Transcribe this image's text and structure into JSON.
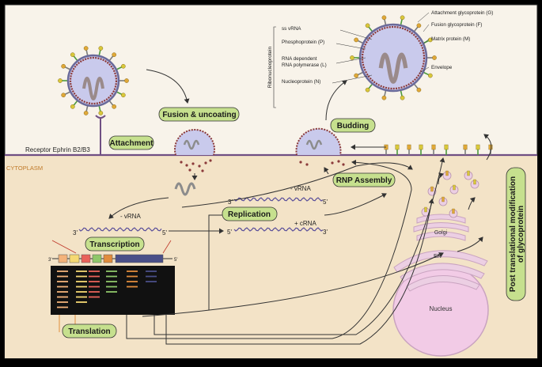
{
  "labels": {
    "receptor": "Receptor Ephrin B2/B3",
    "cytoplasm": "CYTOPLASM",
    "nucleus": "Nucleus",
    "golgi": "Golgi",
    "er": "ER",
    "ribonucleoprotein": "Ribonucleoprotein",
    "post_translational": [
      "Post translational modification",
      "of glycoprotein"
    ]
  },
  "steps": {
    "attachment": "Attachment",
    "fusion": "Fusion & uncoating",
    "transcription": "Transcription",
    "replication": "Replication",
    "rnp_assembly": "RNP Assembly",
    "budding": "Budding",
    "translation": "Translation"
  },
  "rna": {
    "vrna_left": "- vRNA",
    "vrna_right": "- vRNA",
    "crna": "+ cRNA",
    "three_prime": "3'",
    "five_prime": "5'"
  },
  "virion_parts": {
    "left": [
      "ss vRNA",
      "Phosphoprotein (P)",
      "RNA dependent",
      "RNA polymerase (L)",
      "Nucleoprotein (N)"
    ],
    "right": [
      "Attachment glycoprotein (G)",
      "Fusion glycoprotein (F)",
      "Matrix protein (M)",
      "Envelope"
    ]
  },
  "colors": {
    "extracellular": "#f8f3ea",
    "cytoplasm": "#f3e3c7",
    "membrane": "#6f4f83",
    "virion_fill": "#c9caec",
    "matrix": "#8b3a3a",
    "step_box": "#c6e08e",
    "nucleus": "#f2cbe6",
    "golgi": "#eccfe3"
  }
}
